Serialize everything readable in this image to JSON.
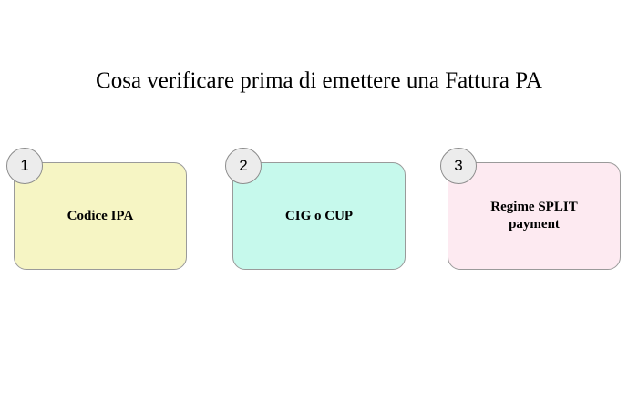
{
  "title": "Cosa verificare prima di emettere una Fattura PA",
  "steps": [
    {
      "number": "1",
      "label": "Codice IPA",
      "color": "#f6f5c4"
    },
    {
      "number": "2",
      "label": "CIG o CUP",
      "color": "#c6f9ec"
    },
    {
      "number": "3",
      "label": "Regime SPLIT\npayment",
      "color": "#fdeaf1"
    }
  ]
}
